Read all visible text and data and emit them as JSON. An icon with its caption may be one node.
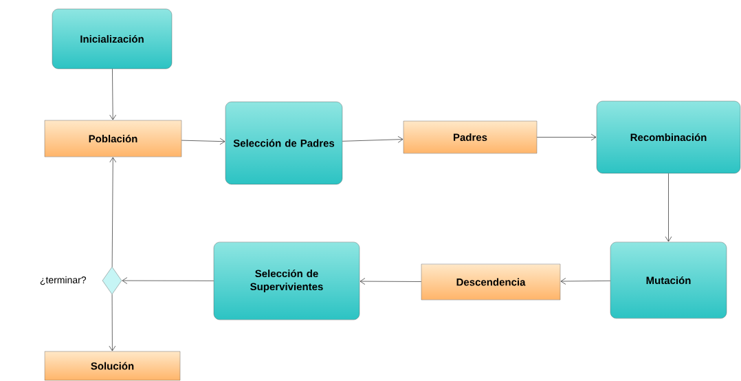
{
  "diagram": {
    "nodes": [
      {
        "text": [
          "Inicialización"
        ]
      },
      {
        "text": [
          "Población"
        ]
      },
      {
        "text": [
          "Selección de Padres"
        ]
      },
      {
        "text": [
          "Padres"
        ]
      },
      {
        "text": [
          "Recombinación"
        ]
      },
      {
        "text": [
          "Mutación"
        ]
      },
      {
        "text": [
          "Descendencia"
        ]
      },
      {
        "text": [
          "Selección de Supervivientes"
        ]
      },
      {
        "text": [],
        "shape": "diamond",
        "beside": [
          "¿terminar?"
        ]
      },
      {
        "text": [
          "Solución"
        ]
      }
    ],
    "edges": [
      {
        "from": 0,
        "to": 1,
        "arrow": "to"
      },
      {
        "from": 1,
        "to": 2,
        "arrow": "to"
      },
      {
        "from": 2,
        "to": 3,
        "arrow": "to"
      },
      {
        "from": 3,
        "to": 4,
        "arrow": "to"
      },
      {
        "from": 4,
        "to": 5,
        "arrow": "to"
      },
      {
        "from": 5,
        "to": 6,
        "arrow": "to"
      },
      {
        "from": 6,
        "to": 7,
        "arrow": "to"
      },
      {
        "from": 7,
        "to": 8,
        "arrow": "to"
      },
      {
        "from": 8,
        "to": 1,
        "arrow": "to"
      },
      {
        "from": 8,
        "to": 9,
        "arrow": "to"
      }
    ]
  }
}
